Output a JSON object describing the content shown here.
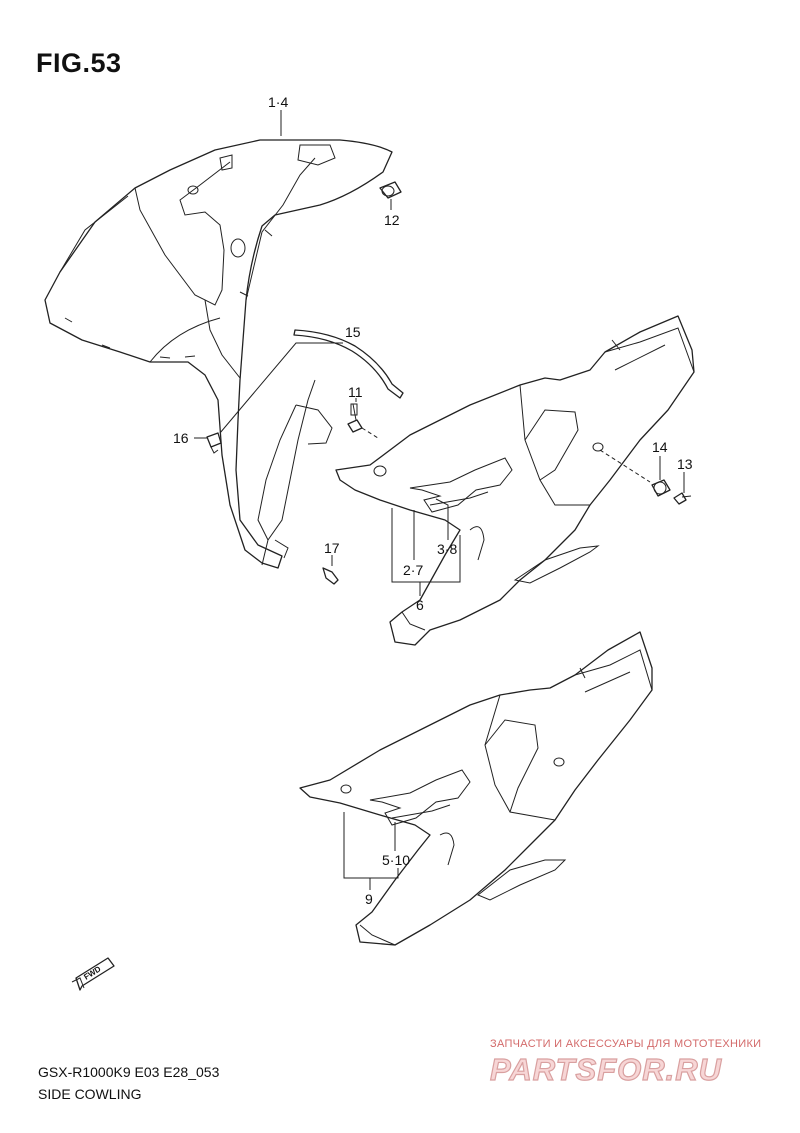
{
  "figure": {
    "title": "FIG.53"
  },
  "callouts": {
    "c1": "1·4",
    "c12": "12",
    "c15": "15",
    "c11": "11",
    "c16": "16",
    "c17": "17",
    "c14": "14",
    "c13": "13",
    "c38": "3·8",
    "c27": "2·7",
    "c6": "6",
    "c510": "5·10",
    "c9": "9"
  },
  "fwd_label": "FWD",
  "footer": {
    "model": "GSX-R1000K9 E03 E28_053",
    "caption": "SIDE COWLING"
  },
  "watermark": {
    "tagline": "ЗАПЧАСТИ И АКСЕССУАРЫ ДЛЯ МОТОТЕХНИКИ",
    "logo": "PARTSFOR.RU"
  }
}
